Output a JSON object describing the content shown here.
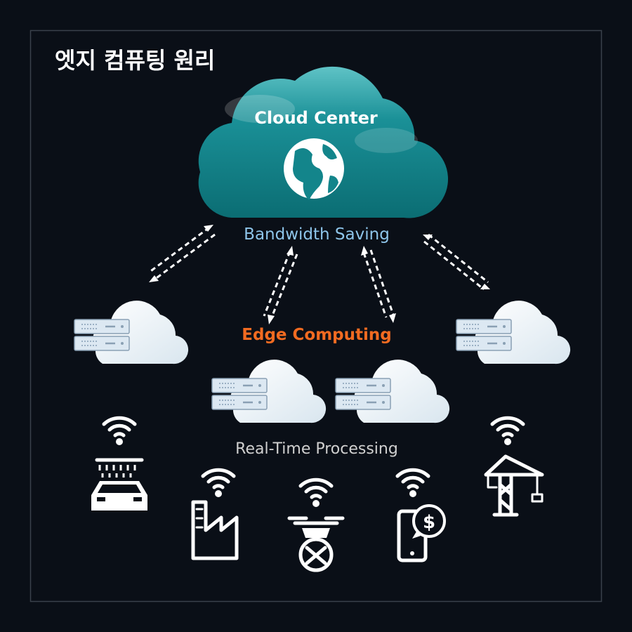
{
  "title": "엣지 컴퓨팅 원리",
  "cloud_center": {
    "label": "Cloud Center",
    "icon": "globe-icon"
  },
  "bandwidth_label": "Bandwidth Saving",
  "edge_label": "Edge Computing",
  "realtime_label": "Real-Time Processing",
  "devices": [
    {
      "name": "car-wash",
      "icon": "car-wash-icon"
    },
    {
      "name": "factory",
      "icon": "factory-icon"
    },
    {
      "name": "drone",
      "icon": "drone-repair-icon"
    },
    {
      "name": "mobile-payment",
      "icon": "phone-dollar-icon"
    },
    {
      "name": "crane",
      "icon": "crane-icon"
    }
  ],
  "colors": {
    "background": "#0a0f17",
    "cloud": "#13858b",
    "bandwidth": "#8ec5ea",
    "edge": "#f26b21",
    "realtime": "#d0d0d0"
  }
}
